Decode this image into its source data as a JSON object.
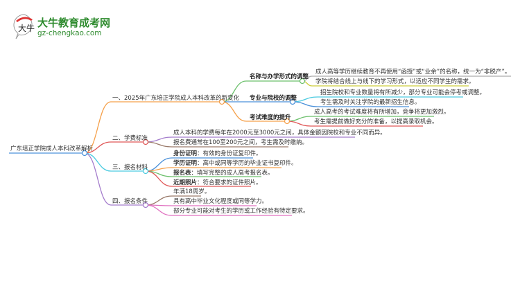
{
  "logo": {
    "name": "大牛教育成考网",
    "url": "gz-chengkao.com",
    "mark_text": "大牛"
  },
  "colors": {
    "root": "#4a90d9",
    "branch1": "#f5a04a",
    "branch2": "#e05858",
    "branch3": "#4ccbe0",
    "branch4": "#a47ccc"
  },
  "root": "广东培正学院成人本科改革解析",
  "branches": [
    {
      "label": "一、2025年广东培正学院成人本科改革的新变化",
      "subs": [
        {
          "label": "名称与办学形式的调整",
          "leaves": [
            "成人高等学历继续教育不再使用“函授”或“业余”的名称，统一为“非脱产”。",
            "学院将结合线上与线下的学习形式，以适应不同学生的需求。"
          ]
        },
        {
          "label": "专业与院校的调整",
          "leaves": [
            "招生院校和专业数量将有所减少，部分专业可能会停考或调整。",
            "考生需及时关注学院的最新招生信息。"
          ]
        },
        {
          "label": "考试难度的提升",
          "leaves": [
            "成人高考的考试难度将有所增加，竞争将更加激烈。",
            "考生需提前做好充分的准备，以提高录取机会。"
          ]
        }
      ]
    },
    {
      "label": "二、学费标准",
      "leaves": [
        "成人本科的学费每年在2000元至3000元之间，具体金额因院校和专业不同而异。",
        "报名费通常在100至200元之间，考生需及时缴纳。"
      ]
    },
    {
      "label": "三、报名材料",
      "leaves": [
        {
          "key": "身份证明",
          "text": "：有效的身份证复印件。"
        },
        {
          "key": "学历证明",
          "text": "：高中或同等学历的毕业证书复印件。"
        },
        {
          "key": "报名表",
          "text": "：填写完整的成人高考报名表。"
        },
        {
          "key": "近期照片",
          "text": "：符合要求的证件照片。"
        }
      ]
    },
    {
      "label": "四、报名条件",
      "leaves": [
        "年满18周岁。",
        "具有高中毕业文化程度或同等学力。",
        "部分专业可能对考生的学历或工作经验有特定要求。"
      ]
    }
  ]
}
